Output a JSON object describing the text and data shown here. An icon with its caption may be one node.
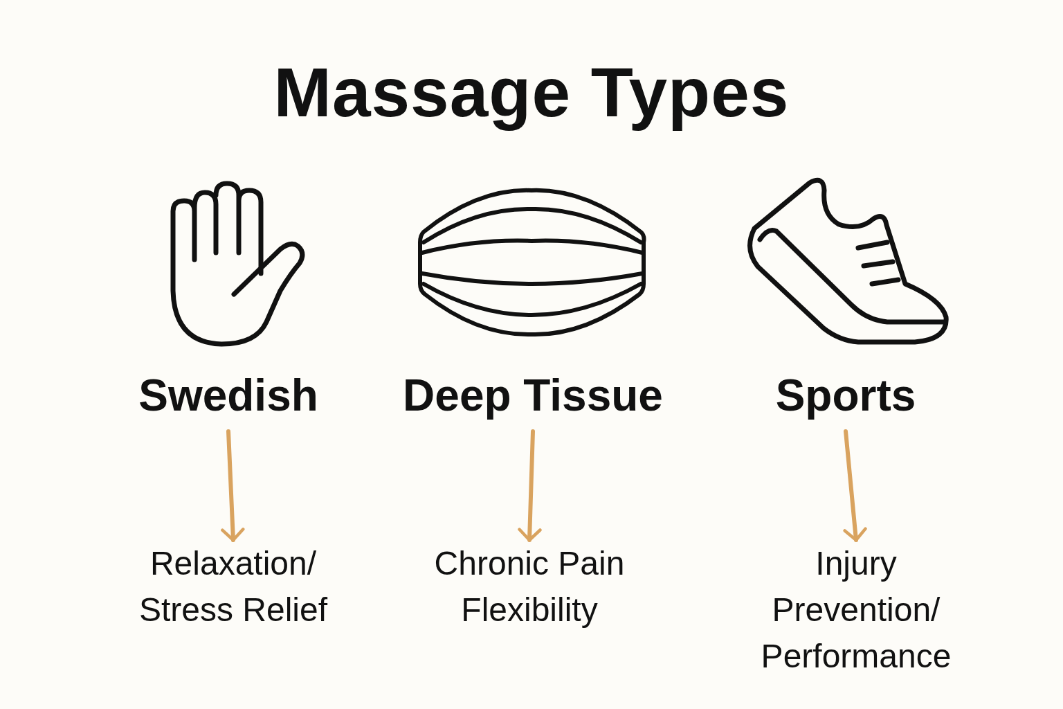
{
  "diagram": {
    "title": "Massage Types",
    "nodes": [
      {
        "text": [
          "Swedish"
        ]
      },
      {
        "text": [
          "Deep Tissue"
        ]
      },
      {
        "text": [
          "Sports"
        ]
      },
      {
        "text": [
          "Relaxation/ Stress Relief"
        ]
      },
      {
        "text": [
          "Chronic Pain Flexibility"
        ]
      },
      {
        "text": [
          "Injury Prevention/ Performance"
        ]
      }
    ],
    "edges": [
      {
        "from": 0,
        "to": 3,
        "arrow": "to"
      },
      {
        "from": 1,
        "to": 4,
        "arrow": "to"
      },
      {
        "from": 2,
        "to": 5,
        "arrow": "to"
      }
    ]
  }
}
